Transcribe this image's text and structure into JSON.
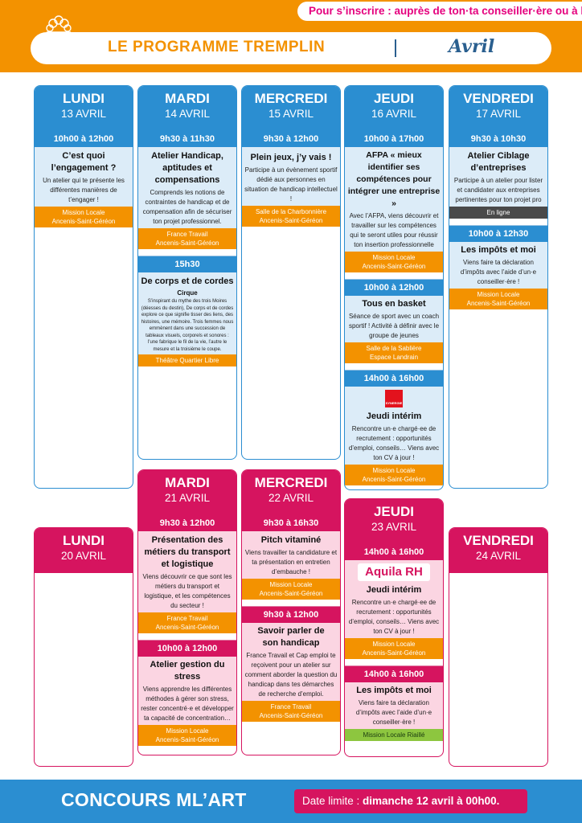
{
  "header": {
    "registration": "Pour s’inscrire : auprès de ton·ta conseiller·ère ou à l’accueil",
    "program_title": "LE PROGRAMME TREMPLIN",
    "month": "Avril",
    "logo_icon": "flower-logo-icon"
  },
  "colors": {
    "orange": "#f39200",
    "blue": "#2b8ed1",
    "pink": "#d6145f",
    "green": "#8dc63f"
  },
  "week1": {
    "lundi": {
      "day": "LUNDI",
      "date": "13 AVRIL",
      "events": [
        {
          "time": "10h00 à 12h00",
          "title": "C’est quoi l’engagement ?",
          "desc": "Un atelier qui te présente les différentes manières de t’engager !",
          "place1": "Mission Locale",
          "place2": "Ancenis-Saint-Géréon"
        }
      ]
    },
    "mardi": {
      "day": "MARDI",
      "date": "14 AVRIL",
      "events": [
        {
          "time": "9h30 à 11h30",
          "title": "Atelier Handicap, aptitudes et compensations",
          "desc": "Comprends les notions de contraintes de handicap et de compensation afin de sécuriser ton projet professionnel.",
          "place1": "France Travail",
          "place2": "Ancenis-Saint-Géréon"
        },
        {
          "time": "15h30",
          "title": "De corps et de cordes",
          "subtitle": "Cirque",
          "desc": "S’inspirant du mythe des trois Moires (déesses du destin), De corps et de cordes explore ce que signifie tisser des liens, des histoires, une mémoire. Trois femmes nous emmènent dans une succession de tableaux visuels, corporels et sonores : l’une fabrique le fil de la vie, l’autre le mesure et la troisième le coupe.",
          "place1": "Théâtre Quartier Libre"
        }
      ]
    },
    "mercredi": {
      "day": "MERCREDI",
      "date": "15 AVRIL",
      "events": [
        {
          "time": "9h30 à 12h00",
          "title": "Plein jeux, j’y vais !",
          "desc": "Participe à un évènement sportif dédié aux personnes en situation de handicap intellectuel !",
          "place1": "Salle de la Charbonnière",
          "place2": "Ancenis-Saint-Géréon"
        }
      ]
    },
    "jeudi": {
      "day": "JEUDI",
      "date": "16 AVRIL",
      "events": [
        {
          "time": "10h00 à 17h00",
          "title": "AFPA « mieux identifier ses compétences pour intégrer une entreprise »",
          "desc": "Avec l’AFPA, viens découvrir et travailler sur les compétences qui te seront utiles pour réussir ton insertion professionnelle",
          "place1": "Mission Locale",
          "place2": "Ancenis-Saint-Géréon"
        },
        {
          "time": "10h00 à 12h00",
          "title": "Tous en basket",
          "desc": "Séance de sport avec un coach sportif ! Activité à définir avec le groupe de jeunes",
          "place1": "Salle de la Sablière",
          "place2": "Espace Landrain"
        },
        {
          "time": "14h00 à 16h00",
          "logo": "SYNERGIE",
          "title": "Jeudi intérim",
          "desc": "Rencontre un·e chargé·ee de recrutement : opportunités d’emploi, conseils… Viens avec ton CV à jour !",
          "place1": "Mission Locale",
          "place2": "Ancenis-Saint-Géréon"
        }
      ]
    },
    "vendredi": {
      "day": "VENDREDI",
      "date": "17 AVRIL",
      "events": [
        {
          "time": "9h30 à 10h30",
          "title": "Atelier Ciblage d’entreprises",
          "desc": "Participe à un atelier pour lister et candidater aux entreprises pertinentes pour ton projet pro",
          "place1": "En ligne"
        },
        {
          "time": "10h00 à 12h30",
          "title": "Les impôts et moi",
          "desc": "Viens faire ta déclaration d’impôts avec l’aide d’un·e conseiller·ère !",
          "place1": "Mission Locale",
          "place2": "Ancenis-Saint-Géréon"
        }
      ]
    }
  },
  "week2": {
    "lundi": {
      "day": "LUNDI",
      "date": "20 AVRIL"
    },
    "mardi": {
      "day": "MARDI",
      "date": "21 AVRIL",
      "events": [
        {
          "time": "9h30 à 12h00",
          "title": "Présentation des métiers du transport et logistique",
          "desc": "Viens découvrir ce que sont les métiers du transport et logistique, et les compétences du secteur !",
          "place1": "France Travail",
          "place2": "Ancenis-Saint-Géréon"
        },
        {
          "time": "10h00 à 12h00",
          "title": "Atelier gestion du stress",
          "desc": "Viens apprendre les différentes méthodes à gérer son stress, rester concentré·e et développer ta capacité de concentration…",
          "place1": "Mission Locale",
          "place2": "Ancenis-Saint-Géréon"
        }
      ]
    },
    "mercredi": {
      "day": "MERCREDI",
      "date": "22 AVRIL",
      "events": [
        {
          "time": "9h30 à 16h30",
          "title": "Pitch vitaminé",
          "desc": "Viens travailler ta candidature et ta présentation en entretien d’embauche !",
          "place1": "Mission Locale",
          "place2": "Ancenis-Saint-Géréon"
        },
        {
          "time": "9h30 à 12h00",
          "title": "Savoir parler de son handicap",
          "desc": "France Travail et Cap emploi te reçoivent pour un atelier sur comment aborder la question du handicap dans tes démarches de recherche d’emploi.",
          "place1": "France Travail",
          "place2": "Ancenis-Saint-Géréon"
        }
      ]
    },
    "jeudi": {
      "day": "JEUDI",
      "date": "23 AVRIL",
      "events": [
        {
          "time": "14h00 à 16h00",
          "logo": "Aquila RH",
          "title": "Jeudi intérim",
          "desc": "Rencontre un·e chargé·ee de recrutement : opportunités d’emploi, conseils… Viens avec ton CV à jour !",
          "place1": "Mission Locale",
          "place2": "Ancenis-Saint-Géréon"
        },
        {
          "time": "14h00 à 16h00",
          "title": "Les impôts et moi",
          "desc": "Viens faire ta déclaration d’impôts avec l’aide d’un·e conseiller·ère !",
          "place1": "Mission Locale Riaillé"
        }
      ]
    },
    "vendredi": {
      "day": "VENDREDI",
      "date": "24 AVRIL"
    }
  },
  "footer": {
    "contest": "CONCOURS ML’ART",
    "deadline_label": "Date limite :",
    "deadline_value": "dimanche 12 avril à 00h00."
  }
}
